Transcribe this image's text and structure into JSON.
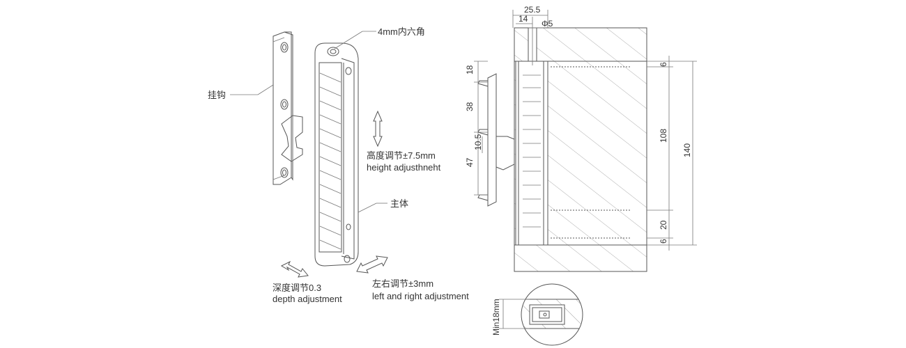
{
  "labels": {
    "hex": "4mm内六角",
    "hook": "挂钩",
    "height_cn": "高度调节±7.5mm",
    "height_en": "height adjusthneht",
    "body": "主体",
    "depth_cn": "深度调节0.3",
    "depth_en": "depth adjustment",
    "lr_cn": "左右调节±3mm",
    "lr_en": "left and right adjustment"
  },
  "dims": {
    "d25_5": "25.5",
    "d14": "14",
    "phi5": "Φ5",
    "d18": "18",
    "d38": "38",
    "d10_5": "10.5",
    "d47": "47",
    "d6_top": "6",
    "d108": "108",
    "d140": "140",
    "d20": "20",
    "d6_bot": "6",
    "min18": "Min18mm"
  }
}
